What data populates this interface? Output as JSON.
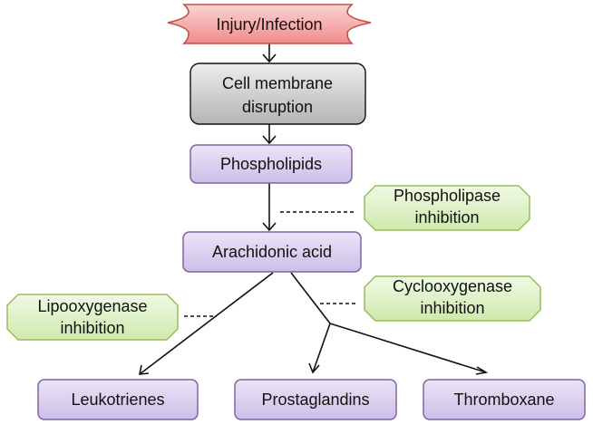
{
  "diagram": {
    "nodes": {
      "injury": "Injury/Infection",
      "membrane": [
        "Cell membrane",
        "disruption"
      ],
      "phospholipids": "Phospholipids",
      "arachidonic": "Arachidonic acid",
      "leukotrienes": "Leukotrienes",
      "prostaglandins": "Prostaglandins",
      "thromboxane": "Thromboxane"
    },
    "inhibitors": {
      "phospholipase": [
        "Phospholipase",
        "inhibition"
      ],
      "lipooxygenase": [
        "Lipooxygenase",
        "inhibition"
      ],
      "cyclooxygenase": [
        "Cyclooxygenase",
        "inhibition"
      ]
    }
  },
  "colors": {
    "injury_fill": "#f4a6a6",
    "injury_stroke": "#c0504d",
    "membrane_fill": "#c9c9c9",
    "process_fill": "#d9cff0",
    "process_stroke": "#8064a2",
    "inhibitor_fill": "#dcf0c2",
    "inhibitor_stroke": "#9bbb59"
  }
}
